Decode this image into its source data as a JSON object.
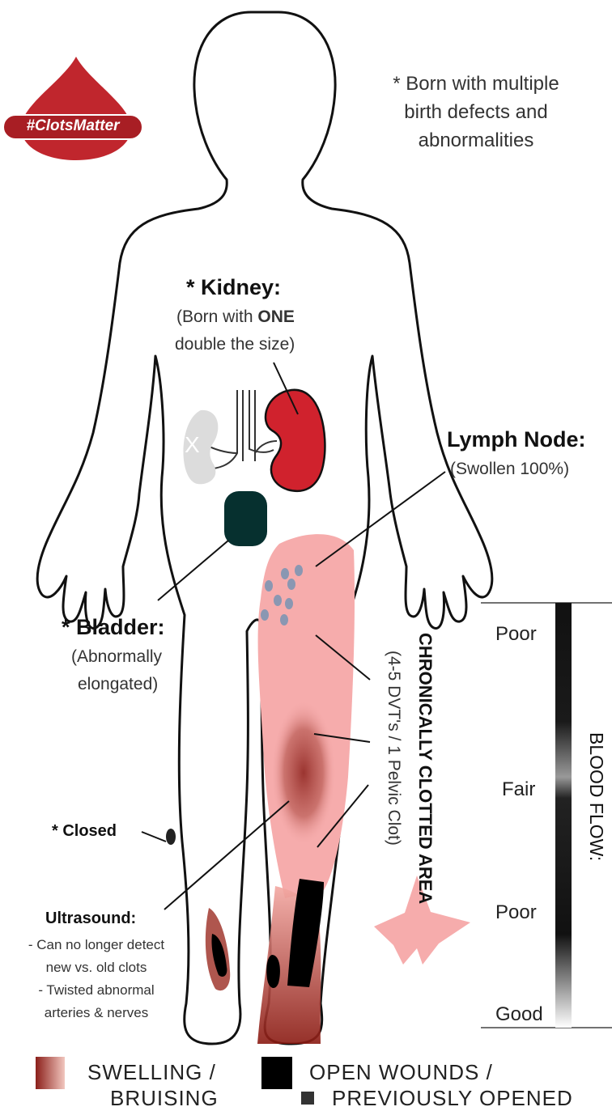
{
  "badge": {
    "hashtag": "#ClotsMatter",
    "color": "#c0262d"
  },
  "notes": {
    "birth_defects": [
      "* Born with multiple",
      "birth defects and",
      "abnormalities"
    ]
  },
  "kidney": {
    "title": "* Kidney:",
    "line1_prefix": "(Born with ",
    "line1_bold": "ONE",
    "line2": "double the size)",
    "missing_mark": "X",
    "color": "#d0222d"
  },
  "lymph": {
    "title": "Lymph Node:",
    "sub": "(Swollen 100%)"
  },
  "bladder": {
    "title": "* Bladder:",
    "line1": "(Abnormally",
    "line2": "elongated)",
    "color": "#06302f"
  },
  "clotted": {
    "title": "CHRONICALLY CLOTTED AREA",
    "sub": "(4-5 DVT's / 1 Pelvic Clot)",
    "color": "#f6acac"
  },
  "closed": {
    "label": "* Closed"
  },
  "ultrasound": {
    "title": "Ultrasound:",
    "lines": [
      "- Can no longer detect",
      "new vs. old clots",
      "- Twisted abnormal",
      "arteries & nerves"
    ]
  },
  "blood_flow": {
    "title": "BLOOD FLOW:",
    "levels": [
      "Poor",
      "Fair",
      "Poor",
      "Good"
    ]
  },
  "legend": {
    "swelling": [
      "SWELLING  /",
      "BRUISING"
    ],
    "wounds": [
      "OPEN WOUNDS  /",
      "PREVIOUSLY OPENED"
    ]
  }
}
